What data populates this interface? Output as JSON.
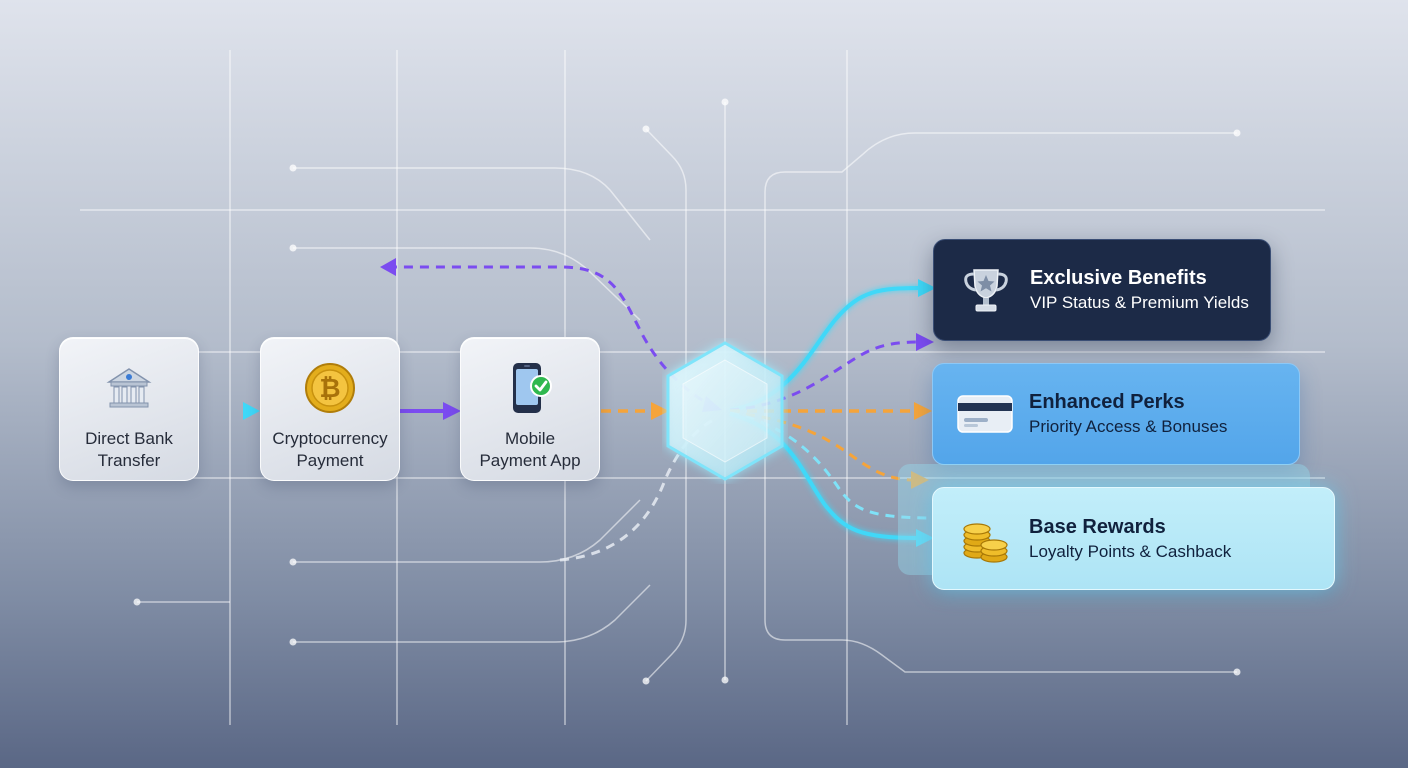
{
  "methods": [
    {
      "label": "Direct Bank\nTransfer",
      "icon": "bank-icon"
    },
    {
      "label": "Cryptocurrency\nPayment",
      "icon": "bitcoin-icon"
    },
    {
      "label": "Mobile\nPayment App",
      "icon": "mobile-check-icon"
    }
  ],
  "tiers": [
    {
      "title": "Exclusive Benefits",
      "subtitle": "VIP Status & Premium Yields",
      "icon": "trophy-icon"
    },
    {
      "title": "Enhanced Perks",
      "subtitle": "Priority Access & Bonuses",
      "icon": "card-icon"
    },
    {
      "title": "Base Rewards",
      "subtitle": "Loyalty Points & Cashback",
      "icon": "coins-icon"
    }
  ],
  "colors": {
    "cyan": "#3fd8f8",
    "purple": "#7b4cf0",
    "orange": "#f5a43a",
    "navy": "#1c2a47",
    "blue": "#53a5ea",
    "light_cyan": "#b3e8f7",
    "gold": "#e3ad1c"
  }
}
